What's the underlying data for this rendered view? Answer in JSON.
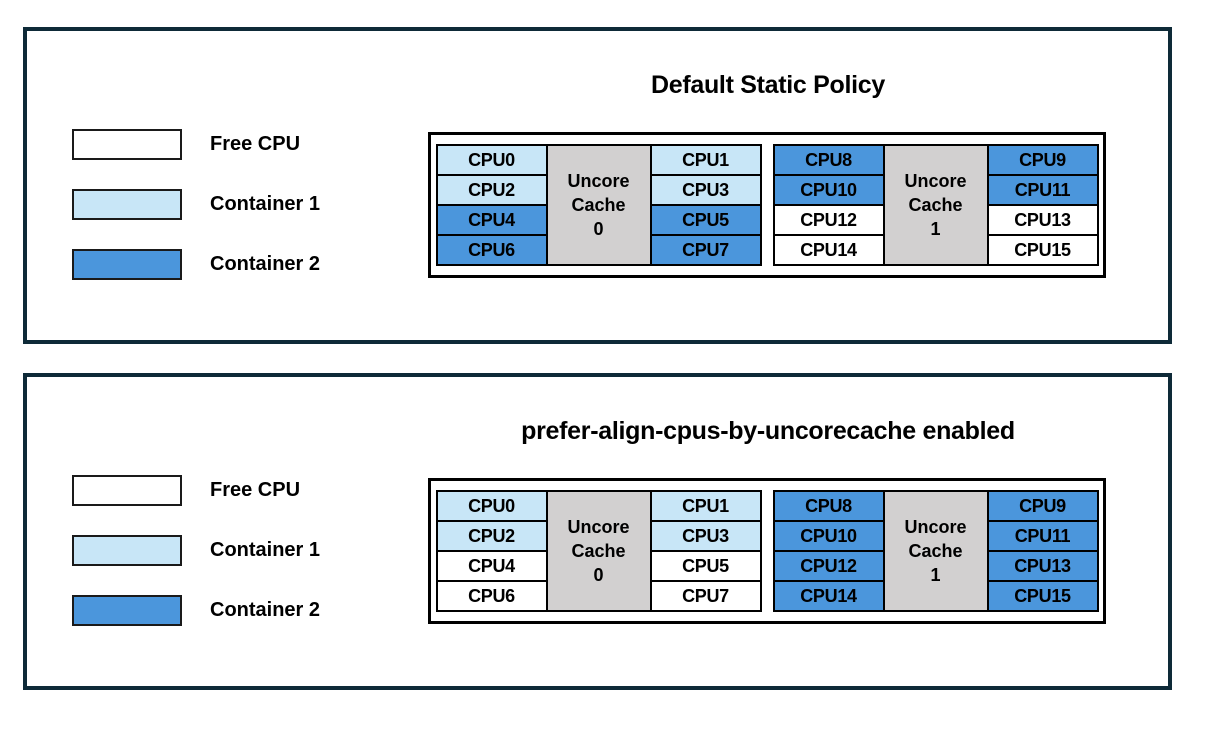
{
  "colors": {
    "frame": "#0e2a38",
    "free_cpu": "#ffffff",
    "container1": "#c8e6f7",
    "container2": "#4b96dc",
    "uncore_cache": "#d2d0d0"
  },
  "legend": [
    {
      "label": "Free CPU",
      "state": "free"
    },
    {
      "label": "Container 1",
      "state": "container1"
    },
    {
      "label": "Container 2",
      "state": "container2"
    }
  ],
  "panels": [
    {
      "title": "Default Static Policy",
      "groups": [
        {
          "uncore_label_lines": [
            "Uncore",
            "Cache",
            "0"
          ],
          "left_column": [
            {
              "label": "CPU0",
              "state": "container1"
            },
            {
              "label": "CPU2",
              "state": "container1"
            },
            {
              "label": "CPU4",
              "state": "container2"
            },
            {
              "label": "CPU6",
              "state": "container2"
            }
          ],
          "right_column": [
            {
              "label": "CPU1",
              "state": "container1"
            },
            {
              "label": "CPU3",
              "state": "container1"
            },
            {
              "label": "CPU5",
              "state": "container2"
            },
            {
              "label": "CPU7",
              "state": "container2"
            }
          ]
        },
        {
          "uncore_label_lines": [
            "Uncore",
            "Cache",
            "1"
          ],
          "left_column": [
            {
              "label": "CPU8",
              "state": "container2"
            },
            {
              "label": "CPU10",
              "state": "container2"
            },
            {
              "label": "CPU12",
              "state": "free"
            },
            {
              "label": "CPU14",
              "state": "free"
            }
          ],
          "right_column": [
            {
              "label": "CPU9",
              "state": "container2"
            },
            {
              "label": "CPU11",
              "state": "container2"
            },
            {
              "label": "CPU13",
              "state": "free"
            },
            {
              "label": "CPU15",
              "state": "free"
            }
          ]
        }
      ]
    },
    {
      "title": "prefer-align-cpus-by-uncorecache enabled",
      "groups": [
        {
          "uncore_label_lines": [
            "Uncore",
            "Cache",
            "0"
          ],
          "left_column": [
            {
              "label": "CPU0",
              "state": "container1"
            },
            {
              "label": "CPU2",
              "state": "container1"
            },
            {
              "label": "CPU4",
              "state": "free"
            },
            {
              "label": "CPU6",
              "state": "free"
            }
          ],
          "right_column": [
            {
              "label": "CPU1",
              "state": "container1"
            },
            {
              "label": "CPU3",
              "state": "container1"
            },
            {
              "label": "CPU5",
              "state": "free"
            },
            {
              "label": "CPU7",
              "state": "free"
            }
          ]
        },
        {
          "uncore_label_lines": [
            "Uncore",
            "Cache",
            "1"
          ],
          "left_column": [
            {
              "label": "CPU8",
              "state": "container2"
            },
            {
              "label": "CPU10",
              "state": "container2"
            },
            {
              "label": "CPU12",
              "state": "container2"
            },
            {
              "label": "CPU14",
              "state": "container2"
            }
          ],
          "right_column": [
            {
              "label": "CPU9",
              "state": "container2"
            },
            {
              "label": "CPU11",
              "state": "container2"
            },
            {
              "label": "CPU13",
              "state": "container2"
            },
            {
              "label": "CPU15",
              "state": "container2"
            }
          ]
        }
      ]
    }
  ]
}
